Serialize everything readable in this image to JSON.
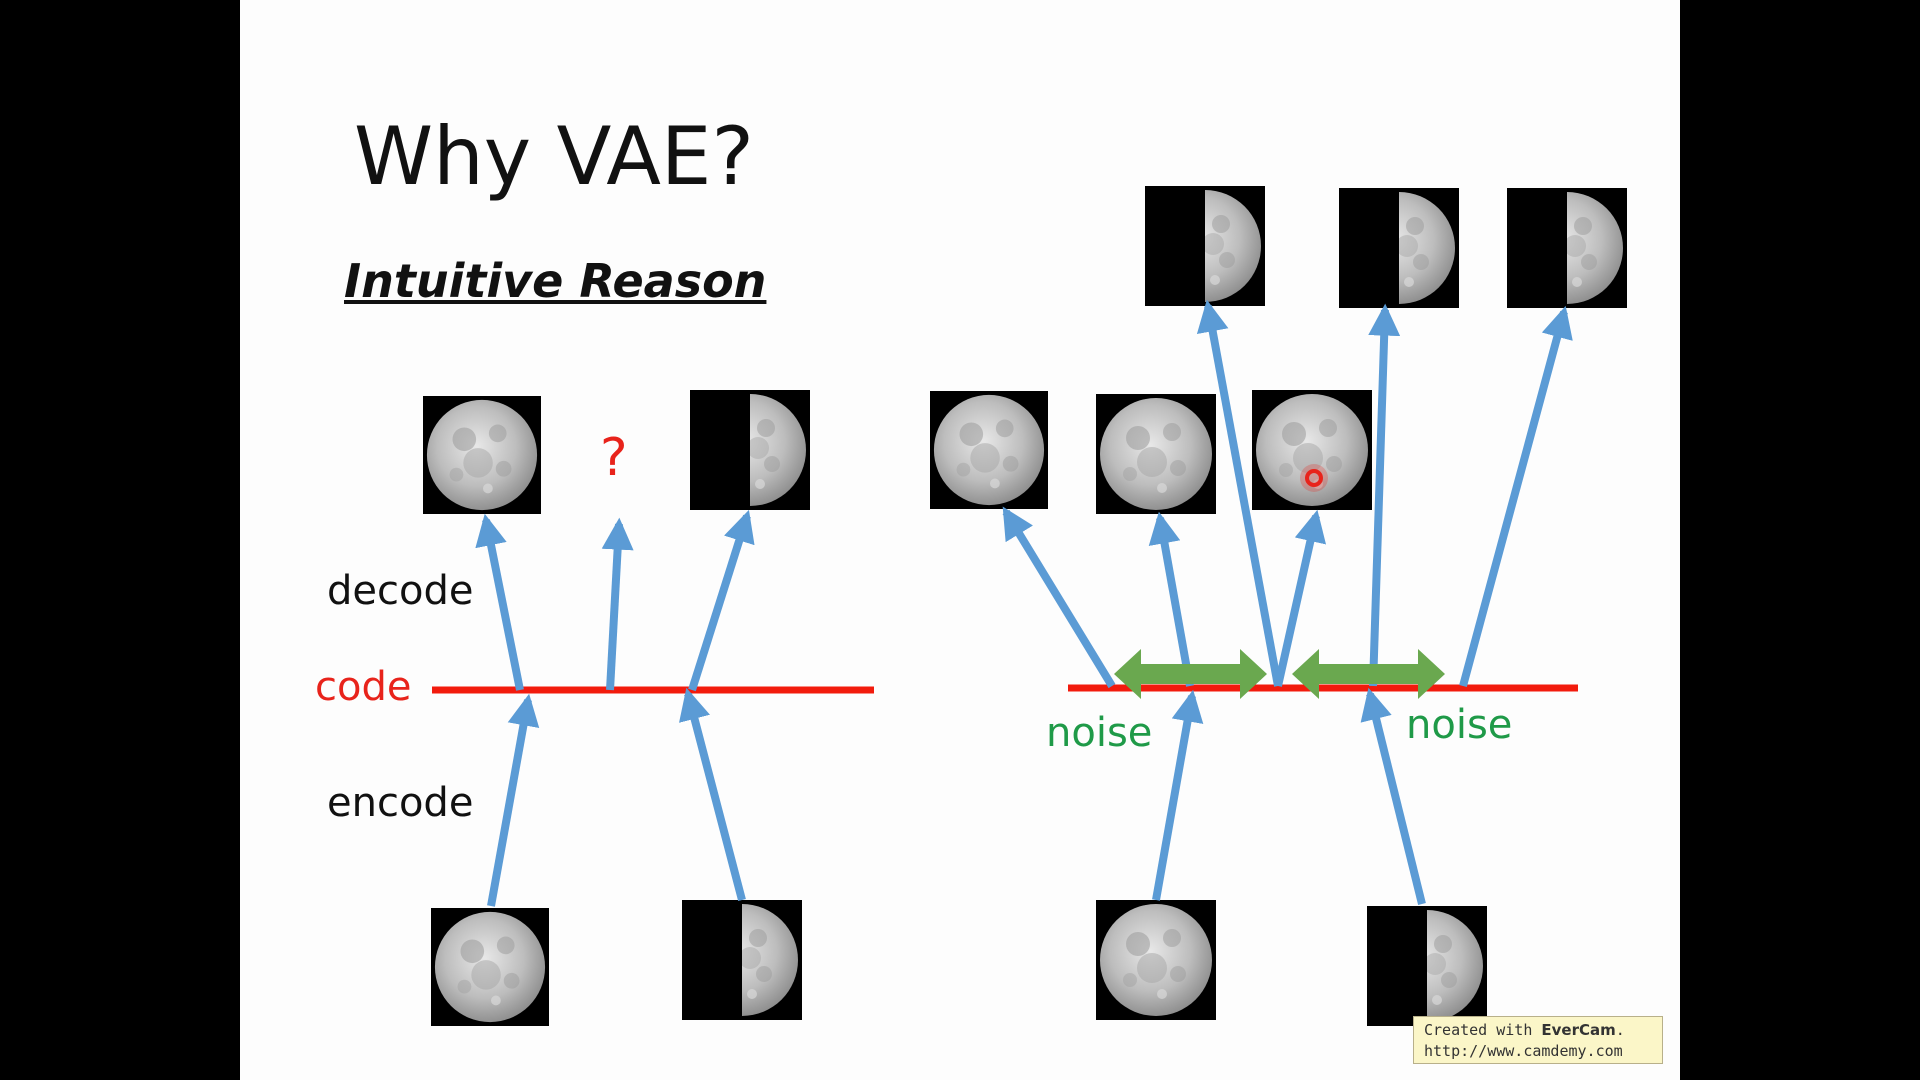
{
  "slide": {
    "title": "Why VAE?",
    "subtitle": "Intuitive Reason"
  },
  "labels": {
    "decode": "decode",
    "code": "code",
    "encode": "encode",
    "question": "?",
    "noise_left": "noise",
    "noise_right": "noise"
  },
  "colors": {
    "arrow": "#5b9bd5",
    "code_line": "#f21b0d",
    "noise_arrow": "#6aa84f",
    "label_red": "#e8231b",
    "label_green": "#1f9a48"
  },
  "watermark": {
    "prefix": "Created with ",
    "brand": "EverCam",
    "suffix": ".",
    "url": "http://www.camdemy.com"
  }
}
